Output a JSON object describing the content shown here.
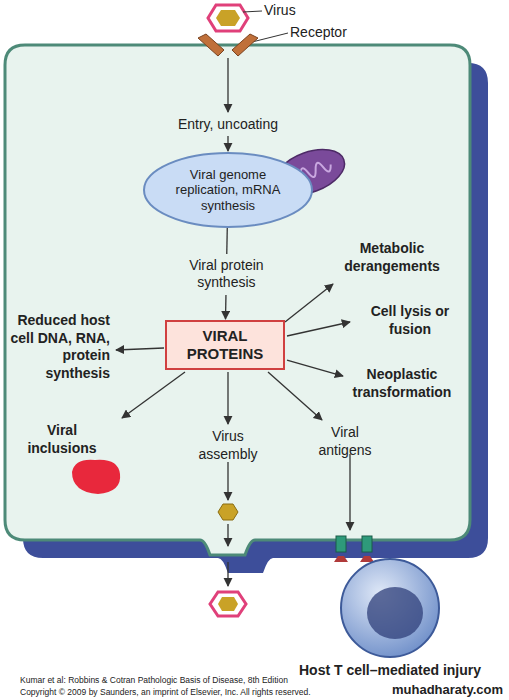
{
  "diagram": {
    "nodes": [
      {
        "text": [
          "Viral genome replication, mRNA synthesis"
        ]
      },
      {
        "text": [
          "VIRAL PROTEINS"
        ]
      },
      {
        "text": [
          "Host T cell–mediated injury"
        ]
      }
    ],
    "edges": [
      {
        "from": 0,
        "to": 1,
        "label": "Viral protein synthesis",
        "arrow": "to"
      }
    ],
    "labels": [
      "Virus",
      "Receptor",
      "Entry, uncoating",
      "Metabolic derangements",
      "Cell lysis or fusion",
      "Neoplastic transformation",
      "Reduced host cell DNA, RNA, protein synthesis",
      "Viral inclusions",
      "Virus assembly",
      "Viral antigens",
      "Kumar et al: Robbins & Cotran Pathologic Basis of Disease, 8th Edition",
      "Copyright © 2009 by Saunders, an imprint of Elsevier, Inc. All rights reserved.",
      "muhadharaty.com"
    ]
  }
}
